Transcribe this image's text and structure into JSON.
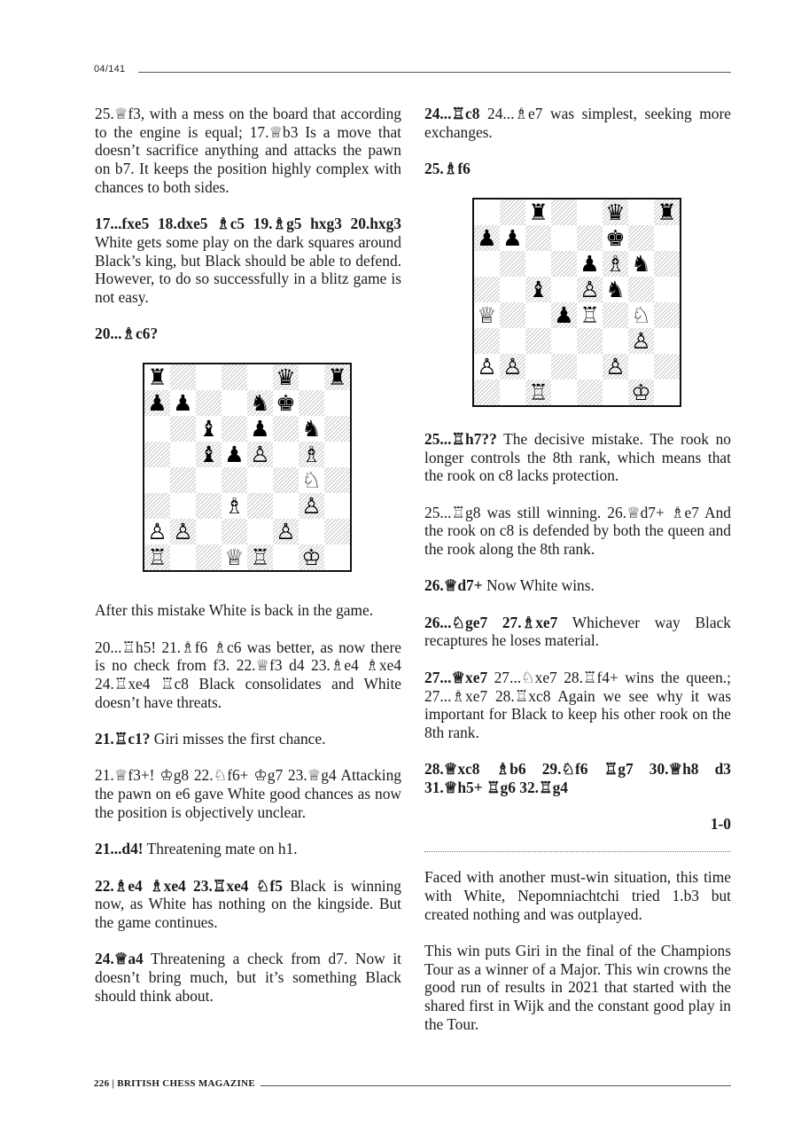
{
  "header": {
    "page_label": "04/141"
  },
  "footer": {
    "text": "226 | BRITISH CHESS MAGAZINE"
  },
  "left_column": {
    "p1": "25.♕f3, with a mess on the board that according to the engine is equal; 17.♕b3 Is a move that doesn’t sacrifice anything and attacks the pawn on b7. It keeps the position highly complex with chances to both sides.",
    "p2_bold": "17...fxe5 18.dxe5 ♗c5 19.♗g5 hxg3 20.hxg3",
    "p2_text": " White gets some play on the dark squares around Black’s king, but Black should be able to defend. However, to do so successfully in a blitz game is not easy.",
    "p3_bold": "20...♗c6?",
    "p4": "After this mistake White is back in the game.",
    "p5": "20...♖h5! 21.♗f6 ♗c6 was better, as now there is no check from f3. 22.♕f3 d4 23.♗e4 ♗xe4 24.♖xe4 ♖c8 Black consolidates and White doesn’t have threats.",
    "p6_bold": "21.♖c1?",
    "p6_text": " Giri misses the first chance.",
    "p7": "21.♕f3+! ♔g8 22.♘f6+ ♔g7 23.♕g4 Attacking the pawn on e6 gave White good chances as now the position is objectively unclear.",
    "p8_bold": "21...d4!",
    "p8_text": " Threatening mate on h1.",
    "p9_bold": "22.♗e4 ♗xe4 23.♖xe4 ♘f5",
    "p9_text": " Black is winning now, as White has nothing on the kingside. But the game continues.",
    "p10_bold": "24.♕a4",
    "p10_text": " Threatening a check from d7. Now it doesn’t bring much, but it’s something Black should think about."
  },
  "right_column": {
    "p1_bold": "24...♖c8",
    "p1_text": " 24...♗e7 was simplest, seeking more exchanges.",
    "p2_bold": "25.♗f6",
    "p3_bold": "25...♖h7??",
    "p3_text": " The decisive mistake. The rook no longer controls the 8th rank, which means that the rook on c8 lacks protection.",
    "p4": "25...♖g8 was still winning. 26.♕d7+ ♗e7 And the rook on c8 is defended by both the queen and the rook along the 8th rank.",
    "p5_bold": "26.♕d7+",
    "p5_text": " Now White wins.",
    "p6_bold": "26...♘ge7 27.♗xe7",
    "p6_text": " Whichever way Black recaptures he loses material.",
    "p7_bold": "27...♕xe7",
    "p7_text": " 27...♘xe7 28.♖f4+ wins the queen.; 27...♗xe7 28.♖xc8 Again we see why it was important for Black to keep his other rook on the 8th rank.",
    "p8_bold": "28.♕xc8 ♗b6 29.♘f6 ♖g7 30.♕h8 d3 31.♕h5+ ♖g6 32.♖g4",
    "result": "1-0",
    "p9": "Faced with another must-win situation, this time with White, Nepomniachtchi tried 1.b3 but created nothing and was outplayed.",
    "p10": "This win puts Giri in the final of the Champions Tour as a winner of a Major. This win crowns the good run of results in 2021 that started with the shared first in Wijk and the constant good play in the Tour."
  },
  "diagram1": {
    "ranks": [
      "r....q.r",
      "pp..nk..",
      "..b.p.n.",
      "..bpP.B.",
      "......N.",
      "...B..P.",
      "PP...P..",
      "R..QR.K."
    ]
  },
  "diagram2": {
    "ranks": [
      "..r..q.r",
      "pp...k..",
      "....pBn.",
      "..b.Pn..",
      "Q..pR.N.",
      "......P.",
      "PP...P..",
      "..R...K."
    ]
  }
}
